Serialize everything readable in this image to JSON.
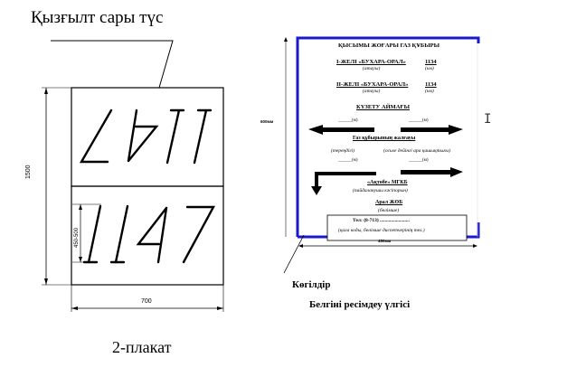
{
  "left_drawing": {
    "color_label": "Қызғылт сары түс",
    "top_panel_number_inverted": "1147",
    "bottom_panel_number": "1147",
    "height_dimension": "1500",
    "char_height_dimension": "450-500",
    "width_dimension": "700",
    "caption": "2-плакат"
  },
  "right_sign": {
    "border_color": "#1a1acc",
    "title": "ҚЫСЫМЫ ЖОҒАРЫ ГАЗ ҚҰБЫРЫ",
    "line1": {
      "name": "І-ЖЕЛІ «БУХАРА-ОРАЛ»",
      "value": "1134",
      "name_hint": "(атауы)",
      "value_hint": "(км)"
    },
    "line2": {
      "name": "ІІ-ЖЕЛІ «БУХАРА-ОРАЛ»",
      "value": "1134",
      "name_hint": "(атауы)",
      "value_hint": "(км)"
    },
    "zone_title": "КҮЗЕТУ АЙМАҒЫ",
    "left_distance": "______(м)",
    "right_distance": "______(м)",
    "pipe_location": "Газ құбырының жалғауы",
    "depth_hint": "(тереңдігі)",
    "axis_hint": "(оське дейінгі ара қашықтығы)",
    "depth_value": "______(м)",
    "axis_value": "______(м)",
    "org_name": "«Ақтөбе» МГКБ",
    "org_hint": "(пайдаланушы кәсіпорын)",
    "branch_name": "Арал ЖӨБ",
    "branch_hint": "(бөлімше)",
    "phone_line": "Тел: (8-713) ........................",
    "phone_hint": "(қала коды, бөлімше диспетчерінің тел.)",
    "height_dimension": "600мм",
    "width_dimension": "450мм",
    "blue_label": "Көгілдір",
    "sample_caption": "Белгіні ресімдеу үлгісі"
  }
}
